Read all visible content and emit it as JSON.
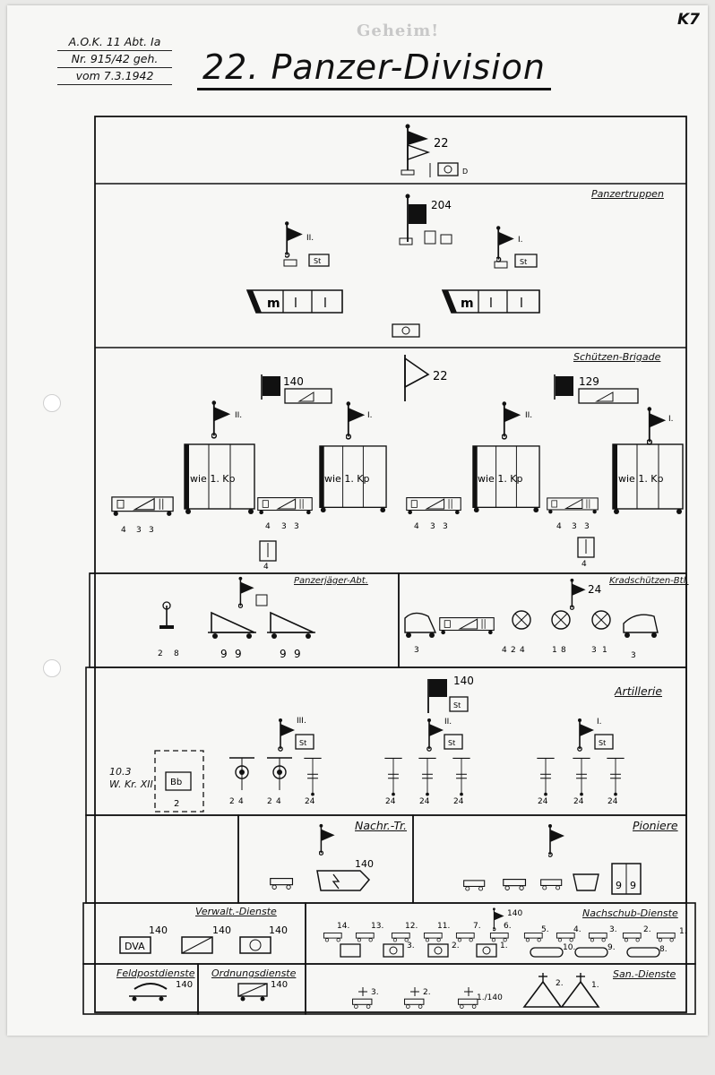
{
  "document": {
    "reference": [
      "A.O.K. 11 Abt. Ia",
      "Nr. 915/42 geh.",
      "vom 7.3.1942"
    ],
    "stamp": "Geheim!",
    "corner_mark": "K7",
    "title": "22. Panzer-Division"
  },
  "sections": {
    "panzertruppen": "Panzertruppen",
    "schuetzen_brigade": "Schützen-Brigade",
    "panzerjaeger": "Panzerjäger-Abt.",
    "kradschuetzen": "Kradschützen-Btl.",
    "artillerie": "Artillerie",
    "nachrichten": "Nachr.-Tr.",
    "pioniere": "Pioniere",
    "verwaltung": "Verwalt.-Dienste",
    "nachschub": "Nachschub-Dienste",
    "feldpost": "Feldpostdienste",
    "ordnung": "Ordnungsdienste",
    "sanitaet": "San.-Dienste"
  },
  "units": {
    "division_number": "22",
    "pz_regiment": "204",
    "pz_batt_2": "II.",
    "pz_batt_1": "I.",
    "company_letters": [
      "m",
      "l",
      "l"
    ],
    "staff_label": "St",
    "brigade_number": "22",
    "rifle_reg_a": "140",
    "rifle_reg_b": "129",
    "bn_2": "II.",
    "bn_1": "I.",
    "wie_1_kp": "wie 1. Kp",
    "krad_number": "24",
    "art_reg": "140",
    "art_bn_3": "III.",
    "art_bn_2": "II.",
    "art_bn_1": "I.",
    "art_note": [
      "10.3",
      "W. Kr. XII"
    ],
    "bb_label": "Bb",
    "dva_label": "DVA",
    "supply_number": "140",
    "num_140": "140",
    "num_24": "24",
    "num_2": "2",
    "num_4": "4",
    "num_9": "9"
  },
  "nachschub_numbers": [
    "14.",
    "13.",
    "12.",
    "11.",
    "7.",
    "6.",
    "5.",
    "4.",
    "3.",
    "2.",
    "1."
  ],
  "nachschub_row2": [
    "3.",
    "2.",
    "1.",
    "10.",
    "9.",
    "8."
  ],
  "san_numbers": [
    "3.",
    "2.",
    "1./140",
    "2.",
    "1."
  ],
  "counts": {
    "row1": [
      "4",
      "3",
      "3"
    ],
    "krad": [
      "4",
      "2",
      "4",
      "1",
      "8",
      "3",
      "1",
      "3"
    ],
    "art": [
      "2",
      "4"
    ]
  }
}
